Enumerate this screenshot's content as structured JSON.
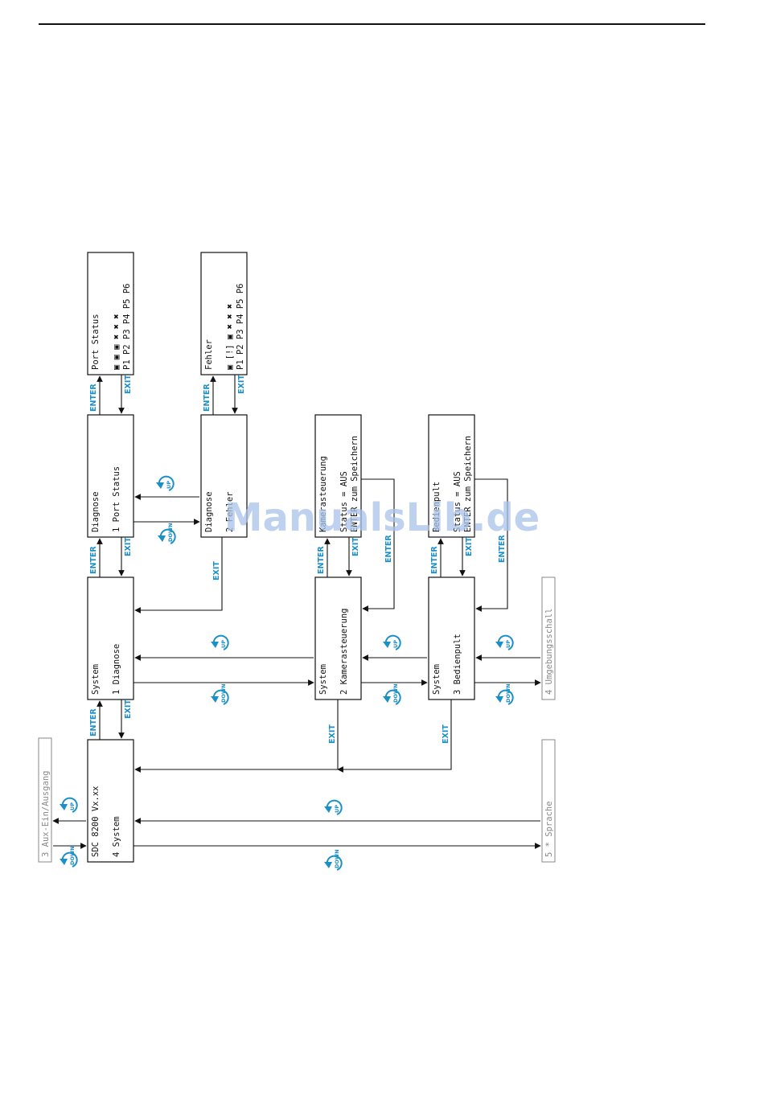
{
  "watermark": "ManualsLib.de",
  "colors": {
    "accent": "#1a8fc8",
    "line": "#111111",
    "gray": "#8a8a8a",
    "watermark": "#a9c4ea"
  },
  "labels": {
    "enter": "ENTER",
    "exit": "EXIT",
    "up": "UP",
    "down": "DOWN"
  },
  "boxes": {
    "port_status": {
      "lines": [
        "Port Status",
        "",
        "▣ ▣ ▣ ✖ ✖ ✖",
        "P1 P2 P3 P4 P5 P6"
      ]
    },
    "fehler_detail": {
      "lines": [
        "Fehler",
        "",
        "▣ [!] ▣ ✖ ✖ ✖",
        "P1 P2 P3 P4 P5 P6"
      ]
    },
    "diag_port": {
      "lines": [
        "Diagnose",
        "",
        "1 Port Status"
      ]
    },
    "diag_fehler": {
      "lines": [
        "Diagnose",
        "",
        "2 Fehler"
      ]
    },
    "kam_detail": {
      "lines": [
        "Kamerasteuerung",
        "",
        "Status = AUS",
        "ENTER zum Speichern"
      ]
    },
    "bed_detail": {
      "lines": [
        "Bedienpult",
        "",
        "Status = AUS",
        "ENTER zum Speichern"
      ]
    },
    "sys_diag": {
      "lines": [
        "System",
        "",
        "1 Diagnose"
      ]
    },
    "sys_kam": {
      "lines": [
        "System",
        "",
        "2 Kamerasteuerung"
      ]
    },
    "sys_bed": {
      "lines": [
        "System",
        "",
        "3 Bedienpult"
      ]
    },
    "sdc": {
      "lines": [
        "SDC 8200       Vx.xx",
        "",
        "4 System"
      ]
    },
    "umgebung": {
      "lines": [
        "4 Umgebungsschall"
      ]
    },
    "aux": {
      "lines": [
        "3 Aux-Ein/Ausgang"
      ]
    },
    "sprache": {
      "lines": [
        "5 * Sprache"
      ]
    }
  }
}
